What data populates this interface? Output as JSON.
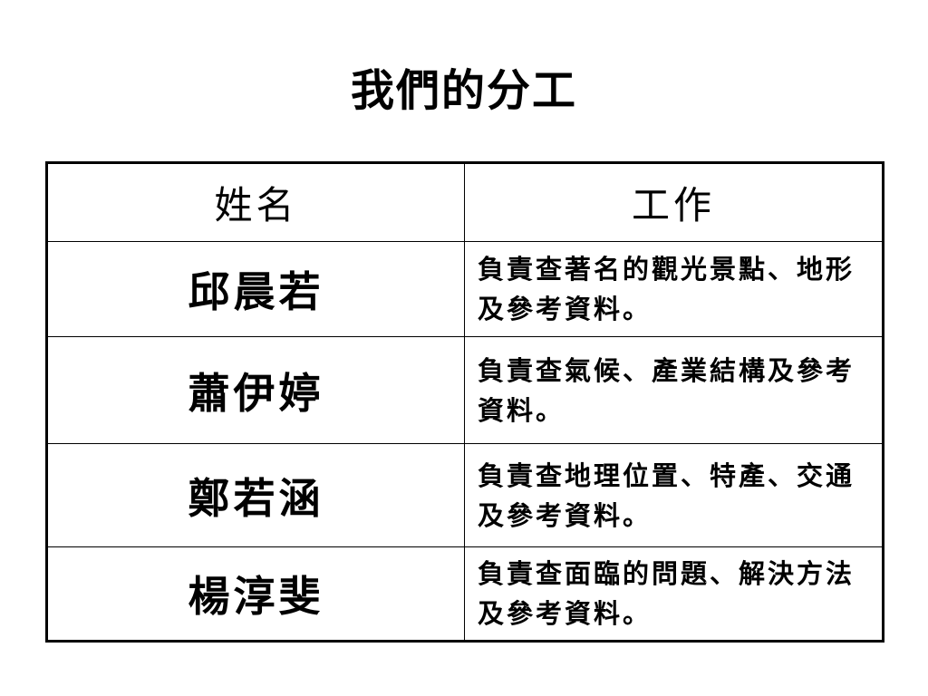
{
  "title": "我們的分工",
  "table": {
    "headers": {
      "name": "姓名",
      "duty": "工作"
    },
    "rows": [
      {
        "name": "邱晨若",
        "duty": "負責查著名的觀光景點、地形及參考資料。"
      },
      {
        "name": "蕭伊婷",
        "duty": "負責查氣候、產業結構及參考資料。"
      },
      {
        "name": "鄭若涵",
        "duty": "負責查地理位置、特產、交通及參考資料。"
      },
      {
        "name": "楊淳斐",
        "duty": "負責查面臨的問題、解決方法及參考資料。"
      }
    ]
  }
}
